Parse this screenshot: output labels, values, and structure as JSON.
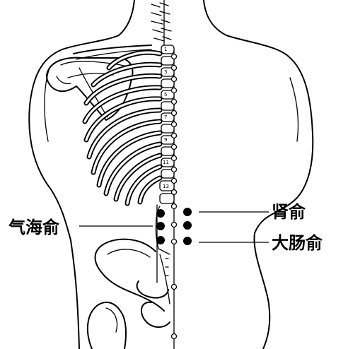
{
  "labels": {
    "shenshu": "肾俞",
    "qihaishu": "气海俞",
    "dachangshu": "大肠俞"
  },
  "vertebra_numbers": [
    "1",
    "3",
    "5",
    "7",
    "9",
    "11",
    "13"
  ],
  "colors": {
    "ink": "#000000",
    "background": "#ffffff"
  }
}
